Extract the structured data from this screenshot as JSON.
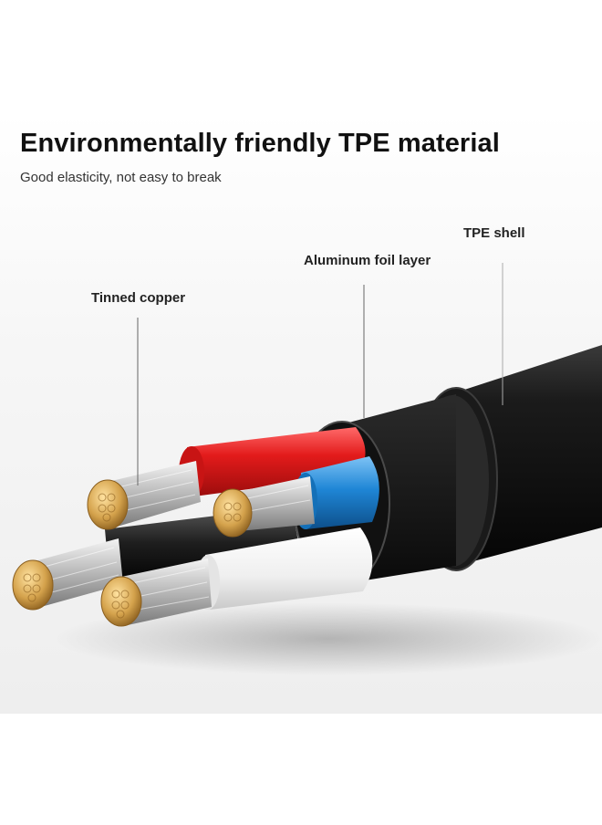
{
  "header": {
    "title": "Environmentally friendly TPE material",
    "subtitle": "Good elasticity, not easy to break"
  },
  "callouts": {
    "tinned_copper": "Tinned copper",
    "aluminum_foil": "Aluminum foil layer",
    "tpe_shell": "TPE shell"
  },
  "colors": {
    "shell": "#151515",
    "red_wire": "#e31b1b",
    "blue_wire": "#1f86d6",
    "white_wire": "#f2f2f2",
    "black_wire": "#222222",
    "copper": "#d4a24c"
  }
}
